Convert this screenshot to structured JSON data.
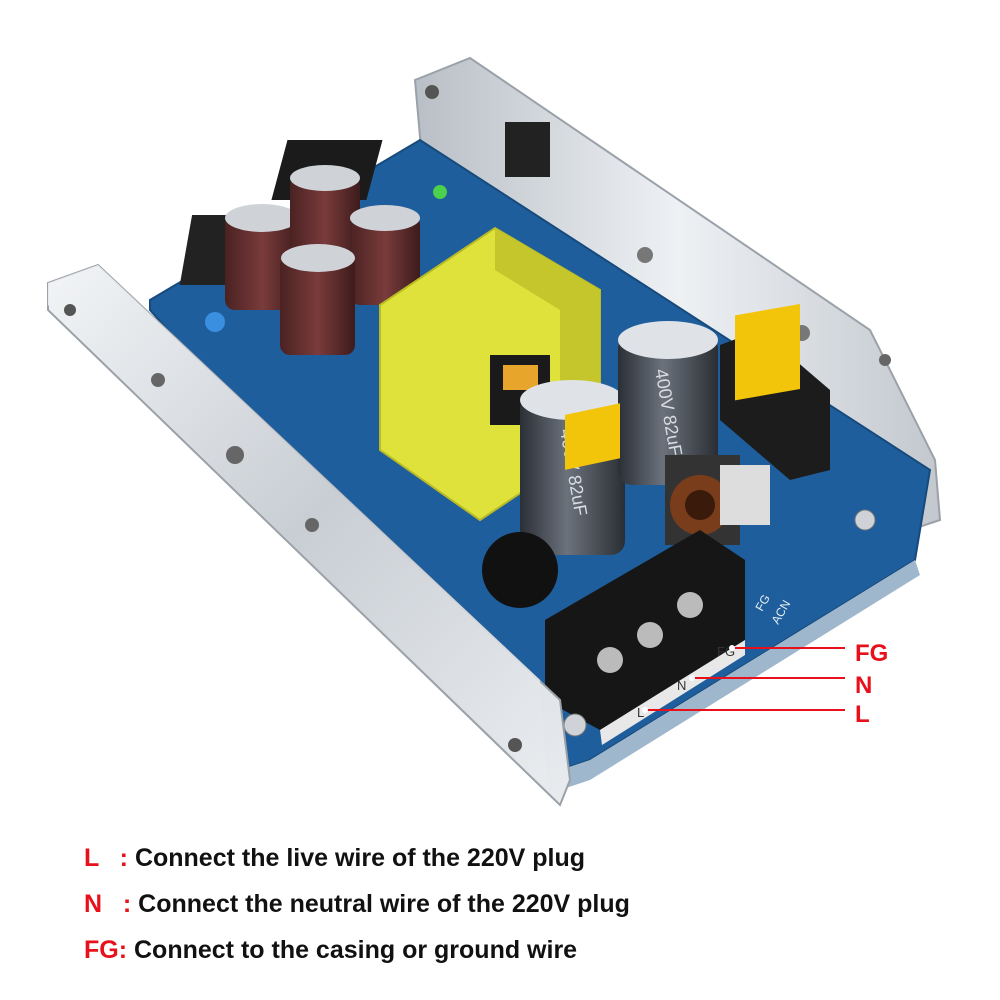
{
  "board": {
    "terminal_labels": [
      "L",
      "N",
      "FG"
    ],
    "silkscreen": [
      "FG",
      "ACN"
    ],
    "capacitor_print": [
      "400V 82uF",
      "400V 82uF"
    ]
  },
  "callouts": [
    {
      "label": "FG"
    },
    {
      "label": "N"
    },
    {
      "label": "L"
    }
  ],
  "legend": [
    {
      "key": "L   : ",
      "text": "Connect the live wire of the 220V plug"
    },
    {
      "key": "N   : ",
      "text": "Connect the neutral wire of the 220V plug"
    },
    {
      "key": "FG: ",
      "text": "Connect to the casing or ground wire"
    }
  ],
  "colors": {
    "accent_red": "#e8101a",
    "pcb_blue": "#1f5e9c",
    "transformer_yellow": "#dfe23a",
    "heatsink_silver": "#cfd3d8"
  }
}
